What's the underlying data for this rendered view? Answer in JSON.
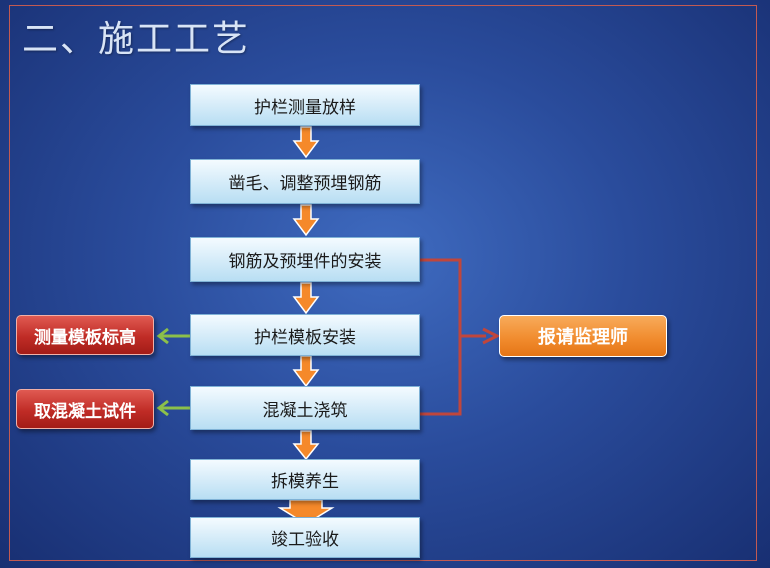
{
  "title": "二、施工工艺",
  "steps": [
    {
      "label": "护栏测量放样"
    },
    {
      "label": "凿毛、调整预埋钢筋"
    },
    {
      "label": "钢筋及预埋件的安装"
    },
    {
      "label": "护栏模板安装"
    },
    {
      "label": "混凝土浇筑"
    },
    {
      "label": "拆模养生"
    },
    {
      "label": "竣工验收"
    }
  ],
  "side_notes": [
    {
      "label": "测量模板标高"
    },
    {
      "label": "取混凝土试件"
    }
  ],
  "supervisor": {
    "label": "报请监理师"
  },
  "colors": {
    "arrow_orange": "#f5892a",
    "arrow_green": "#8cc04a",
    "connector_red": "#c0463c",
    "frame_border": "#c25a52"
  }
}
